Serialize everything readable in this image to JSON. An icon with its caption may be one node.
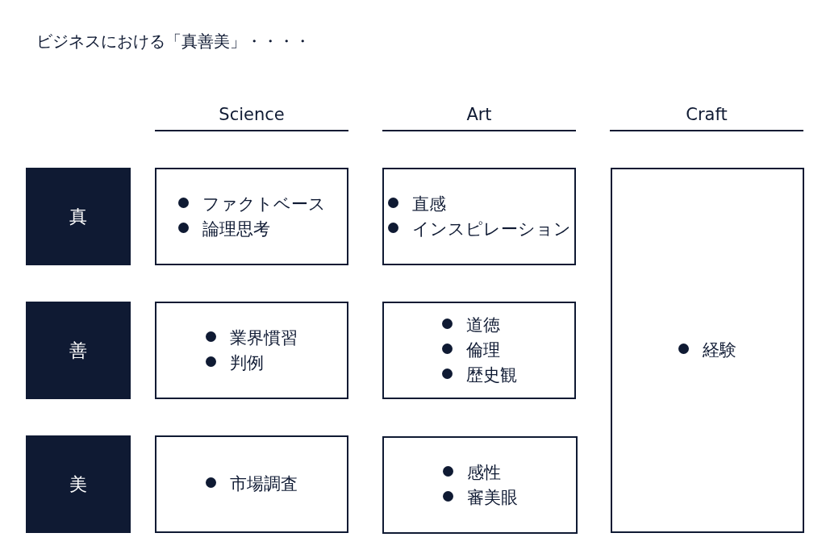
{
  "diagram": {
    "title": "ビジネスにおける「真善美」・・・・",
    "nodes": [
      {
        "text": [
          "真"
        ]
      },
      {
        "text": [
          "ファクトベース",
          "論理思考"
        ]
      },
      {
        "text": [
          "直感",
          "インスピレーション"
        ]
      },
      {
        "text": [
          "経験"
        ]
      },
      {
        "text": [
          "善"
        ]
      },
      {
        "text": [
          "業界慣習",
          "判例"
        ]
      },
      {
        "text": [
          "道徳",
          "倫理",
          "歴史観"
        ]
      },
      {
        "text": [
          "美"
        ]
      },
      {
        "text": [
          "市場調査"
        ]
      },
      {
        "text": [
          "感性",
          "審美眼"
        ]
      }
    ],
    "labels": [
      "Science",
      "Art",
      "Craft"
    ]
  }
}
